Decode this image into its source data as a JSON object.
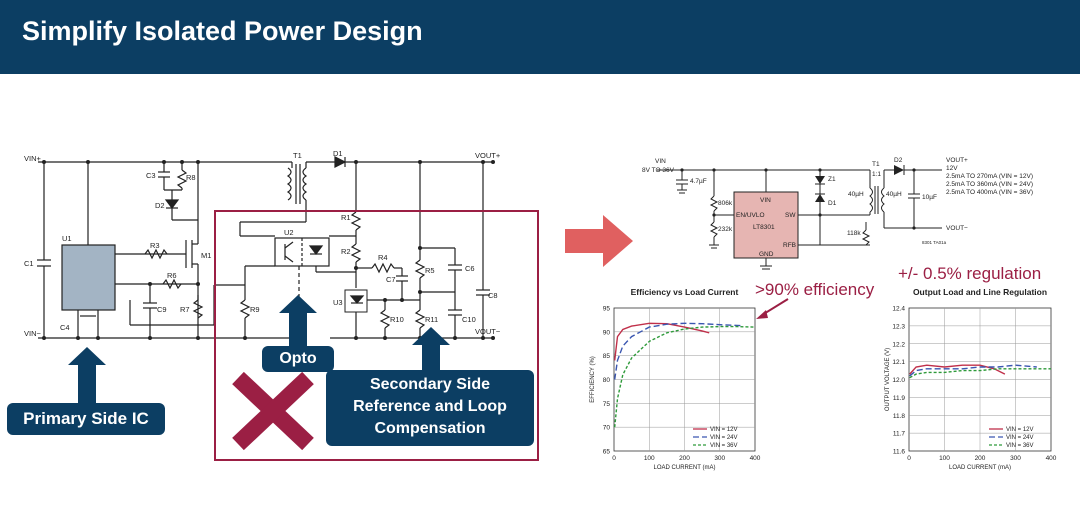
{
  "header": {
    "title": "Simplify Isolated Power Design"
  },
  "colors": {
    "navy": "#0c3e63",
    "crimson": "#9b1f44",
    "arrow": "#e06060",
    "vin12": "#c0304a",
    "vin24": "#3a56b0",
    "vin36": "#2e9a3a"
  },
  "callouts": {
    "primary": "Primary Side IC",
    "opto": "Opto",
    "secondary_l1": "Secondary Side",
    "secondary_l2": "Reference and Loop",
    "secondary_l3": "Compensation"
  },
  "annotations": {
    "efficiency": ">90% efficiency",
    "regulation": "+/- 0.5% regulation"
  },
  "schematic_left": {
    "vin_plus": "VIN+",
    "vin_minus": "VIN−",
    "vout_plus": "VOUT+",
    "vout_minus": "VOUT−",
    "labels": {
      "T1": "T1",
      "D1": "D1",
      "C3": "C3",
      "R8": "R8",
      "D2": "D2",
      "U1": "U1",
      "C1": "C1",
      "C4": "C4",
      "R3": "R3",
      "R6": "R6",
      "M1": "M1",
      "C9": "C9",
      "R7": "R7",
      "R9": "R9",
      "U2": "U2",
      "R1": "R1",
      "R2": "R2",
      "R4": "R4",
      "C7": "C7",
      "R5": "R5",
      "C6": "C6",
      "C8": "C8",
      "U3": "U3",
      "R10": "R10",
      "R11": "R11",
      "C10": "C10"
    }
  },
  "schematic_right": {
    "vin": "VIN",
    "vin_range": "8V TO 36V",
    "c_in": "4.7µF",
    "r_top": "806k",
    "r_bot": "232k",
    "ic_name": "LT8301",
    "pin_vin": "VIN",
    "pin_en": "EN/UVLO",
    "pin_sw": "SW",
    "pin_rfb": "RFB",
    "pin_gnd": "GND",
    "z1": "Z1",
    "d1": "D1",
    "t1": "T1",
    "t1_ratio": "1:1",
    "l_pri": "40µH",
    "l_sec": "40µH",
    "r_fb": "118k",
    "d2": "D2",
    "c_out": "10µF",
    "vout_plus": "VOUT+",
    "vout_minus": "VOUT−",
    "out_lines": [
      "12V",
      "2.5mA TO 270mA (VIN = 12V)",
      "2.5mA TO 360mA (VIN = 24V)",
      "2.5mA TO 400mA (VIN = 36V)"
    ],
    "note": "8301 TA01a"
  },
  "chart_data": [
    {
      "type": "line",
      "title": "Efficiency vs Load Current",
      "xlabel": "LOAD CURRENT (mA)",
      "ylabel": "EFFICIENCY (%)",
      "xlim": [
        0,
        400
      ],
      "ylim": [
        65,
        95
      ],
      "xticks": [
        "0",
        "100",
        "200",
        "300",
        "400"
      ],
      "yticks": [
        "65",
        "70",
        "75",
        "80",
        "85",
        "90",
        "95"
      ],
      "grid": true,
      "legend_position": "bottom-right",
      "series": [
        {
          "name": "VIN = 12V",
          "x": [
            2,
            10,
            25,
            50,
            100,
            150,
            200,
            250,
            270
          ],
          "y": [
            84,
            89,
            90.5,
            91.2,
            91.8,
            91.7,
            91,
            90.2,
            89.8
          ]
        },
        {
          "name": "VIN = 24V",
          "x": [
            2,
            10,
            25,
            50,
            100,
            150,
            200,
            250,
            300,
            360
          ],
          "y": [
            80,
            84,
            87,
            89,
            91,
            91.6,
            91.8,
            91.7,
            91.5,
            91.3
          ]
        },
        {
          "name": "VIN = 36V",
          "x": [
            2,
            10,
            25,
            50,
            100,
            150,
            200,
            250,
            300,
            350,
            400
          ],
          "y": [
            70,
            76,
            81,
            84.5,
            88,
            89.8,
            90.6,
            91,
            91.1,
            91.1,
            91
          ]
        }
      ]
    },
    {
      "type": "line",
      "title": "Output Load and Line Regulation",
      "xlabel": "LOAD CURRENT (mA)",
      "ylabel": "OUTPUT VOLTAGE (V)",
      "xlim": [
        0,
        400
      ],
      "ylim": [
        11.6,
        12.4
      ],
      "xticks": [
        "0",
        "100",
        "200",
        "300",
        "400"
      ],
      "yticks": [
        "11.6",
        "11.7",
        "11.8",
        "11.9",
        "12.0",
        "12.1",
        "12.2",
        "12.3",
        "12.4"
      ],
      "grid": true,
      "legend_position": "bottom-right",
      "series": [
        {
          "name": "VIN = 12V",
          "x": [
            2,
            20,
            50,
            100,
            150,
            200,
            240,
            270
          ],
          "y": [
            12.03,
            12.07,
            12.08,
            12.07,
            12.08,
            12.08,
            12.06,
            12.03
          ]
        },
        {
          "name": "VIN = 24V",
          "x": [
            2,
            20,
            50,
            100,
            150,
            200,
            250,
            300,
            360
          ],
          "y": [
            12.02,
            12.05,
            12.06,
            12.06,
            12.06,
            12.07,
            12.07,
            12.08,
            12.07
          ]
        },
        {
          "name": "VIN = 36V",
          "x": [
            2,
            20,
            50,
            100,
            150,
            200,
            250,
            300,
            350,
            400
          ],
          "y": [
            12.01,
            12.03,
            12.04,
            12.04,
            12.05,
            12.05,
            12.06,
            12.06,
            12.06,
            12.06
          ]
        }
      ]
    }
  ]
}
